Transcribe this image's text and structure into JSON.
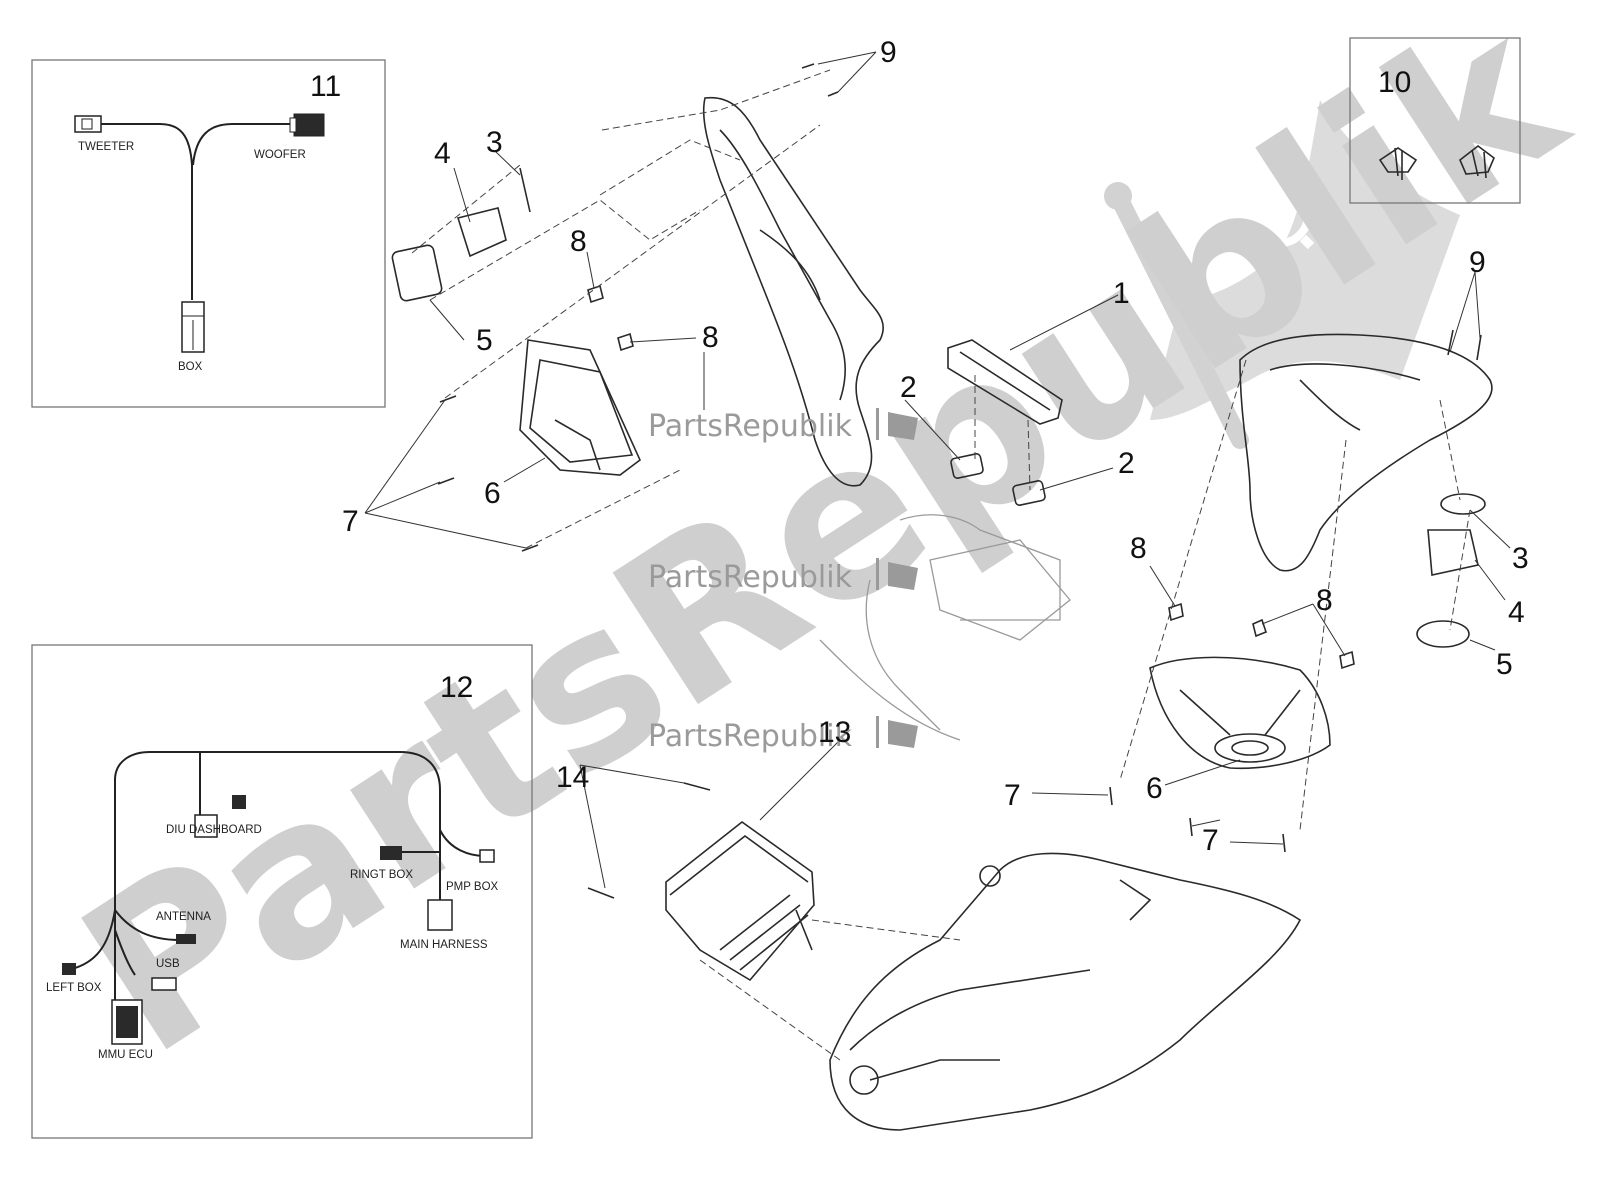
{
  "callouts": {
    "c1": "1",
    "c2a": "2",
    "c2b": "2",
    "c3a": "3",
    "c3b": "3",
    "c4a": "4",
    "c4b": "4",
    "c5a": "5",
    "c5b": "5",
    "c6a": "6",
    "c6b": "6",
    "c7a": "7",
    "c7b": "7",
    "c7c": "7",
    "c8a": "8",
    "c8b": "8",
    "c8c": "8",
    "c8d": "8",
    "c9a": "9",
    "c9b": "9",
    "c10": "10",
    "c11": "11",
    "c12": "12",
    "c13": "13",
    "c14": "14"
  },
  "inset11": {
    "tweeter": "TWEETER",
    "woofer": "WOOFER",
    "box": "BOX"
  },
  "inset12": {
    "diu_dashboard": "DIU DASHBOARD",
    "ringt_box": "RINGT BOX",
    "pmp_box": "PMP BOX",
    "antenna": "ANTENNA",
    "main_harness": "MAIN HARNESS",
    "usb": "USB",
    "left_box": "LEFT BOX",
    "mmu_ecu": "MMU ECU"
  },
  "watermark": {
    "big": "PartsRepublik",
    "small_1": "PartsRepublik",
    "small_2": "PartsRepublik",
    "small_3": "PartsRepublik"
  },
  "colors": {
    "watermark_big": "#cfcfcf",
    "watermark_small": "#9a9a9a",
    "ink": "#2a2a2a"
  },
  "icons": [
    "gear-icon",
    "flag-icon"
  ]
}
